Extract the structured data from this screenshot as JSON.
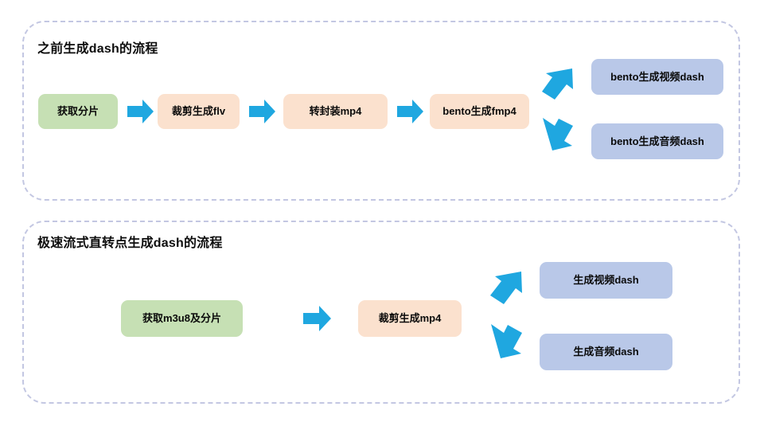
{
  "diagram": {
    "type": "flowchart",
    "accent_arrow_color": "#1fa7e0",
    "container_border_color": "#c3c7e2",
    "palette": {
      "green": "#c6e0b4",
      "peach": "#fbe1ce",
      "lavender": "#b9c8e8"
    },
    "sections": [
      {
        "id": "legacy",
        "title": "之前生成dash的流程",
        "nodes": [
          {
            "id": "get-slice",
            "label": "获取分片",
            "color": "green"
          },
          {
            "id": "cut-flv",
            "label": "裁剪生成flv",
            "color": "peach"
          },
          {
            "id": "remux-mp4",
            "label": "转封装mp4",
            "color": "peach"
          },
          {
            "id": "bento-fmp4",
            "label": "bento生成fmp4",
            "color": "peach"
          },
          {
            "id": "bento-video",
            "label": "bento生成视频dash",
            "color": "lavender"
          },
          {
            "id": "bento-audio",
            "label": "bento生成音频dash",
            "color": "lavender"
          }
        ],
        "arrows": [
          {
            "id": "a-1",
            "direction": "right",
            "from": "get-slice",
            "to": "cut-flv"
          },
          {
            "id": "a-2",
            "direction": "right",
            "from": "cut-flv",
            "to": "remux-mp4"
          },
          {
            "id": "a-3",
            "direction": "right",
            "from": "remux-mp4",
            "to": "bento-fmp4"
          },
          {
            "id": "a-4",
            "direction": "up-right",
            "from": "bento-fmp4",
            "to": "bento-video"
          },
          {
            "id": "a-5",
            "direction": "down-right",
            "from": "bento-fmp4",
            "to": "bento-audio"
          }
        ]
      },
      {
        "id": "fast",
        "title": "极速流式直转点生成dash的流程",
        "nodes": [
          {
            "id": "get-m3u8",
            "label": "获取m3u8及分片",
            "color": "green"
          },
          {
            "id": "cut-mp4",
            "label": "裁剪生成mp4",
            "color": "peach"
          },
          {
            "id": "gen-video",
            "label": "生成视频dash",
            "color": "lavender"
          },
          {
            "id": "gen-audio",
            "label": "生成音频dash",
            "color": "lavender"
          }
        ],
        "arrows": [
          {
            "id": "a-6",
            "direction": "right",
            "from": "get-m3u8",
            "to": "cut-mp4"
          },
          {
            "id": "a-7",
            "direction": "up-right",
            "from": "cut-mp4",
            "to": "gen-video"
          },
          {
            "id": "a-8",
            "direction": "down-right",
            "from": "cut-mp4",
            "to": "gen-audio"
          }
        ]
      }
    ]
  }
}
